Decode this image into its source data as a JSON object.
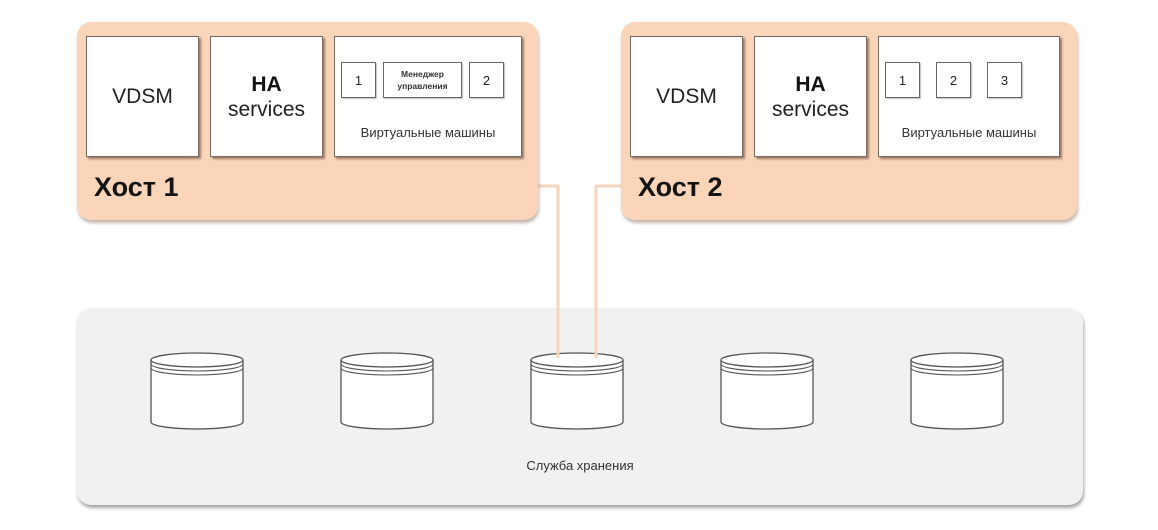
{
  "colors": {
    "host_fill": "#fbd5b9",
    "storage_fill": "#f1f1f1",
    "link_color": "#f7d6bf"
  },
  "hosts": [
    {
      "label": "Хост 1",
      "components": {
        "vdsm": "VDSM",
        "ha_title": "HA",
        "ha_sub": "services",
        "vm_caption": "Виртуальные машины"
      },
      "vms": [
        {
          "type": "vm",
          "label": "1"
        },
        {
          "type": "manager",
          "line1": "Менеджер",
          "line2": "управления"
        },
        {
          "type": "vm",
          "label": "2"
        }
      ]
    },
    {
      "label": "Хост 2",
      "components": {
        "vdsm": "VDSM",
        "ha_title": "HA",
        "ha_sub": "services",
        "vm_caption": "Виртуальные машины"
      },
      "vms": [
        {
          "type": "vm",
          "label": "1"
        },
        {
          "type": "vm",
          "label": "2"
        },
        {
          "type": "vm",
          "label": "3"
        }
      ]
    }
  ],
  "storage": {
    "label": "Служба хранения",
    "disk_count": 5,
    "connected_disk_index": 2
  }
}
